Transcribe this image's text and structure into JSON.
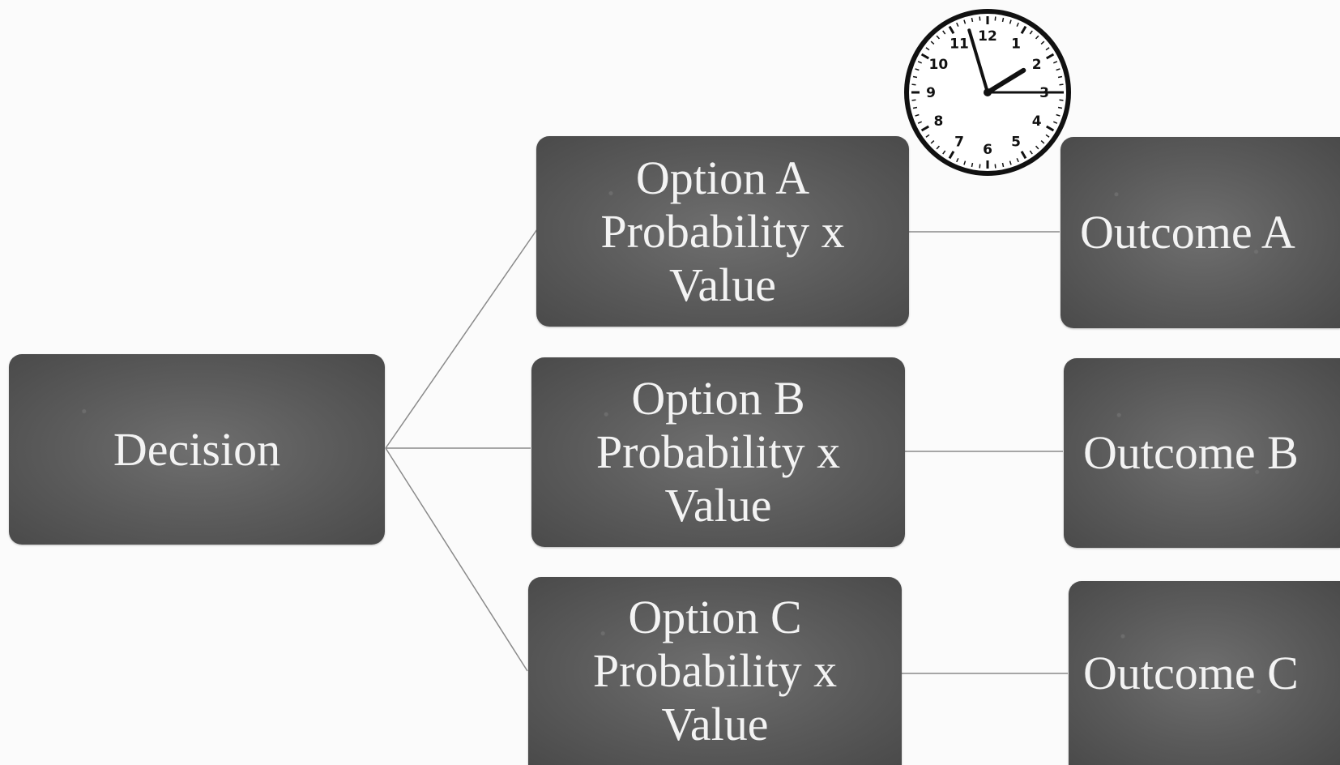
{
  "diagram": {
    "decision": {
      "label": "Decision"
    },
    "options": [
      {
        "line1": "Option A",
        "line2": "Probability x",
        "line3": "Value"
      },
      {
        "line1": "Option B",
        "line2": "Probability x",
        "line3": "Value"
      },
      {
        "line1": "Option C",
        "line2": "Probability x",
        "line3": "Value"
      }
    ],
    "outcomes": [
      {
        "label": "Outcome A"
      },
      {
        "label": "Outcome B"
      },
      {
        "label": "Outcome C"
      }
    ]
  },
  "clock": {
    "numerals": [
      "12",
      "1",
      "2",
      "3",
      "4",
      "5",
      "6",
      "7",
      "8",
      "9",
      "10",
      "11"
    ],
    "time": {
      "hours": 1,
      "minutes": 57,
      "seconds": 15
    }
  },
  "colors": {
    "box_fill": "#5c5c5c",
    "box_text": "#f3f3f3",
    "connector": "#8a8a8a",
    "background": "#fbfbfb"
  }
}
